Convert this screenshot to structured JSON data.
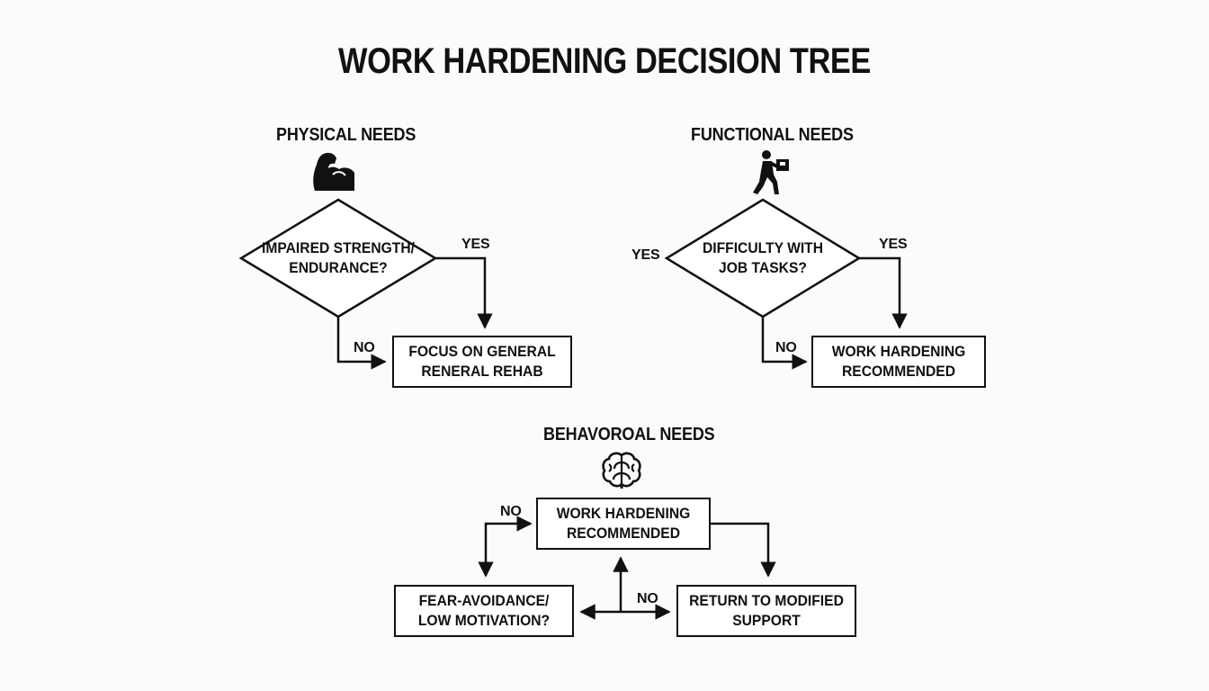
{
  "title": "WORK HARDENING DECISION TREE",
  "physical": {
    "label": "PHYSICAL NEEDS",
    "icon": "flexed-bicep-icon",
    "question_line1": "IMPAIRED STRENGTH/",
    "question_line2": "ENDURANCE?",
    "yes_label": "YES",
    "no_label": "NO",
    "result_line1": "FOCUS ON GENERAL",
    "result_line2": "RENERAL REHAB"
  },
  "functional": {
    "label": "FUNCTIONAL NEEDS",
    "icon": "person-carrying-box-icon",
    "question_line1": "DIFFICULTY WITH",
    "question_line2": "JOB TASKS?",
    "yes_left_label": "YES",
    "yes_right_label": "YES",
    "no_label": "NO",
    "result_line1": "WORK HARDENING",
    "result_line2": "RECOMMENDED"
  },
  "behavioral": {
    "label": "BEHAVOROAL NEEDS",
    "icon": "brain-icon",
    "top_line1": "WORK HARDENING",
    "top_line2": "RECOMMENDED",
    "left_line1": "FEAR-AVOIDANCE/",
    "left_line2": "LOW MOTIVATION?",
    "right_line1": "RETURN TO MODIFIED",
    "right_line2": "SUPPORT",
    "no_top_label": "NO",
    "no_mid_label": "NO"
  }
}
